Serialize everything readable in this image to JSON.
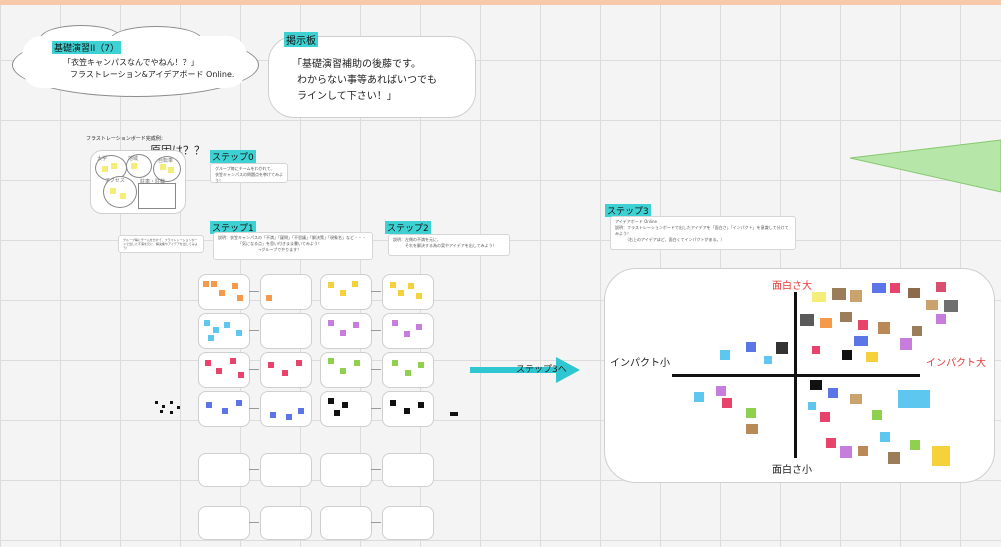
{
  "header": {
    "accent": "#f7c9a8"
  },
  "cloud": {
    "title": "基礎演習II（7）",
    "line1": "「衣笠キャンパスなんでやねん！？」",
    "line2": "フラストレーション&アイデアボード Online."
  },
  "board": {
    "label": "掲示板",
    "line1": "「基礎演習補助の後藤です。",
    "line2": "わからない事等あればいつでも",
    "line3": "ラインして下さい！」"
  },
  "example": {
    "caption": "フラストレーションボード完成例：",
    "cause": "原因は？？",
    "labels": [
      "大学",
      "地域",
      "自転車",
      "アクセス",
      "駐車・駐輪"
    ]
  },
  "steps": {
    "step0": {
      "label": "ステップ0",
      "text1": "グループ毎にチームをわかれて、",
      "text2": "衣笠キャンパスの問題点を挙げてみよう！"
    },
    "step1": {
      "label": "ステップ1",
      "text1": "説明：衣笠キャンパスの「不満」「疑問」「不思議」「解決策」「現象名」など・・・",
      "text2": "「気になる点」を思い付きまま書いてみよう！",
      "text3": "→グループでやります！"
    },
    "step2": {
      "label": "ステップ2",
      "text1": "説明：左側の不満を元に、",
      "text2": "それを解決する為の案やアイデアを出してみよう！"
    },
    "step3": {
      "label": "ステップ3",
      "title": "アイデアボード Online",
      "text1": "説明：フラストレーションボードで出したアイデアを「面白さ」「インパクト」を意識して分けてみよう！",
      "text2": "（右上のアイデアほど、面白くてインパクトがある。）"
    },
    "to_step3": "ステップ3へ"
  },
  "matrix": {
    "top": "面白さ大",
    "bottom": "面白さ小",
    "left": "インパクト小",
    "right": "インパクト大",
    "top_color": "#e33b3b",
    "right_color": "#e33b3b"
  },
  "side_note": "グループ毎にチームを分けて、フラストレーションボードで出した不満を元に、解決策やアイデアを出してみよう！"
}
